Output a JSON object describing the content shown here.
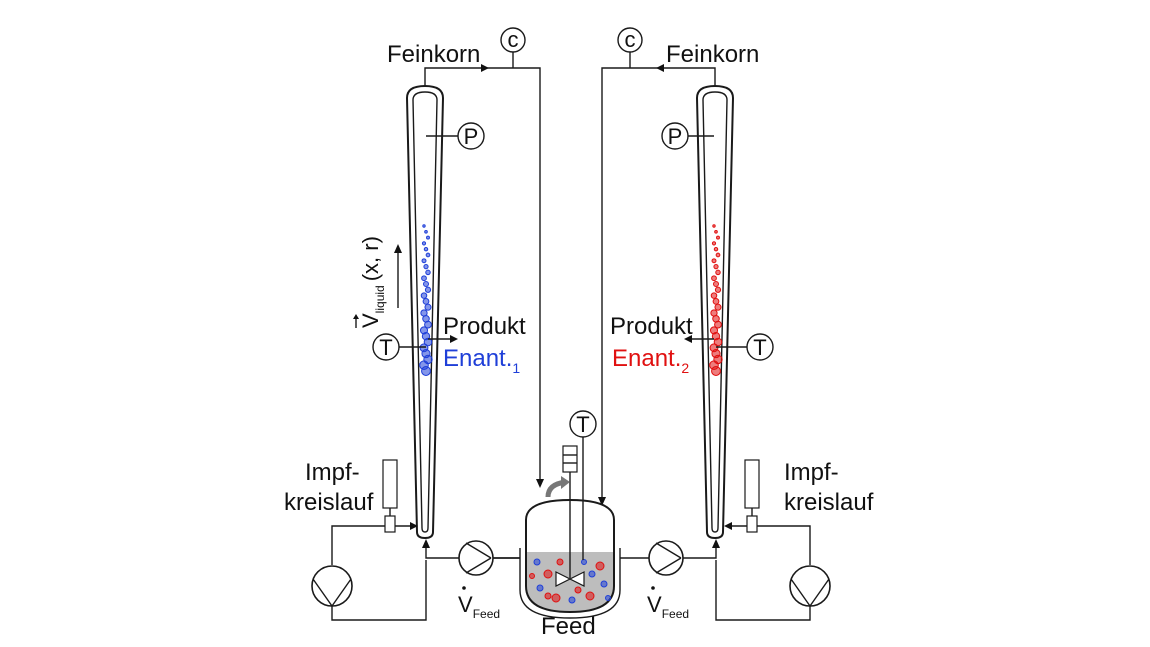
{
  "labels": {
    "feinkorn_left": "Feinkorn",
    "feinkorn_right": "Feinkorn",
    "produkt_left": "Produkt",
    "produkt_right": "Produkt",
    "enant_left": "Enant.",
    "enant_left_sub": "1",
    "enant_right": "Enant.",
    "enant_right_sub": "2",
    "impf_left_1": "Impf-",
    "impf_left_2": "kreislauf",
    "impf_right_1": "Impf-",
    "impf_right_2": "kreislauf",
    "feed": "Feed",
    "v_feed_left": "V",
    "v_feed_left_sub": "Feed",
    "v_feed_right": "V",
    "v_feed_right_sub": "Feed",
    "v_liquid": "V",
    "v_liquid_sub": "liquid",
    "v_liquid_arg": "(x, r)"
  },
  "instruments": {
    "c_left": "c",
    "c_right": "c",
    "p_left": "P",
    "p_right": "P",
    "t_left": "T",
    "t_right": "T",
    "t_center": "T"
  },
  "colors": {
    "enantiomer_1": "#1f3fd8",
    "enantiomer_2": "#e01010",
    "vessel_liquid": "#bdbdbd"
  }
}
